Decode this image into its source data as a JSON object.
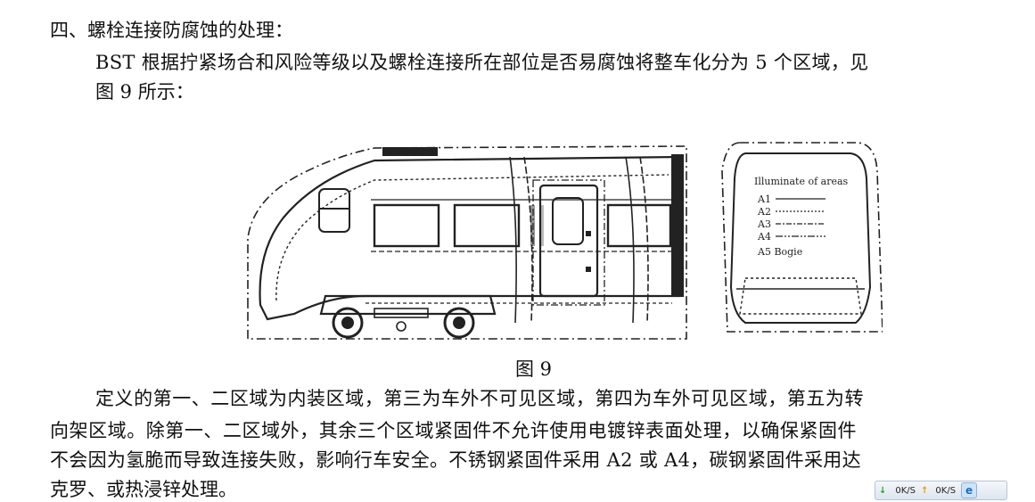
{
  "document": {
    "heading": "四、螺栓连接防腐蚀的处理：",
    "para1_line1": "BST 根据拧紧场合和风险等级以及螺栓连接所在部位是否易腐蚀将整车化分为 5 个区域，见",
    "para1_line2": "图 9 所示：",
    "caption": "图 9",
    "para2_line1": "定义的第一、二区域为内装区域，第三为车外不可见区域，第四为车外可见区域，第五为转",
    "para2_line2": "向架区域。除第一、二区域外，其余三个区域紧固件不允许使用电镀锌表面处理，以确保紧固件",
    "para2_line3": "不会因为氢脆而导致连接失败，影响行车安全。不锈钢紧固件采用 A2 或 A4，碳钢紧固件采用达",
    "para2_line4": "克罗、或热浸锌处理。"
  },
  "figure": {
    "legend_title": "Illuminate of areas",
    "legend_items": [
      "A1",
      "A2",
      "A3",
      "A4",
      "A5 Bogie"
    ]
  },
  "tray": {
    "down_icon": "down-arrow-icon",
    "down_speed": "0K/S",
    "up_icon": "up-arrow-icon",
    "up_speed": "0K/S",
    "browser_icon": "ie-icon"
  }
}
